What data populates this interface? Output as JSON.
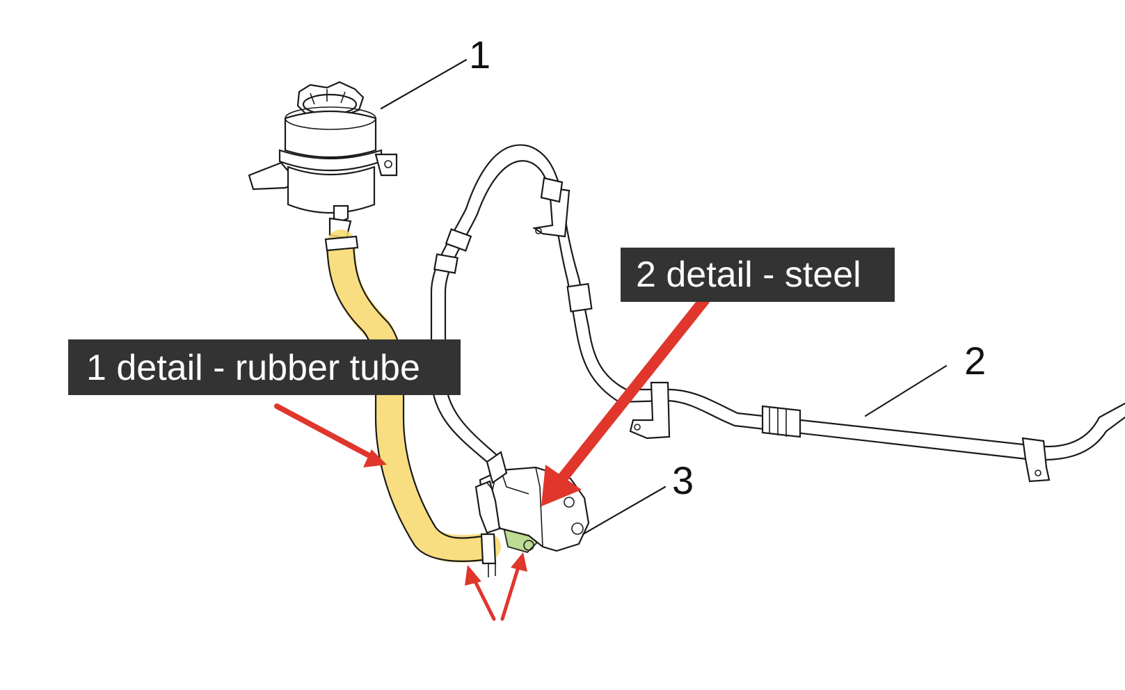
{
  "callouts": {
    "part1": "1",
    "part2": "2",
    "part3": "3"
  },
  "labels": {
    "detail1": "1 detail - rubber tube",
    "detail2": "2 detail - steel"
  },
  "colors": {
    "highlight_tube": "#f7d86a",
    "highlight_fitting": "#b9d98a",
    "arrow": "#e0362c",
    "label_bg": "#333333"
  }
}
